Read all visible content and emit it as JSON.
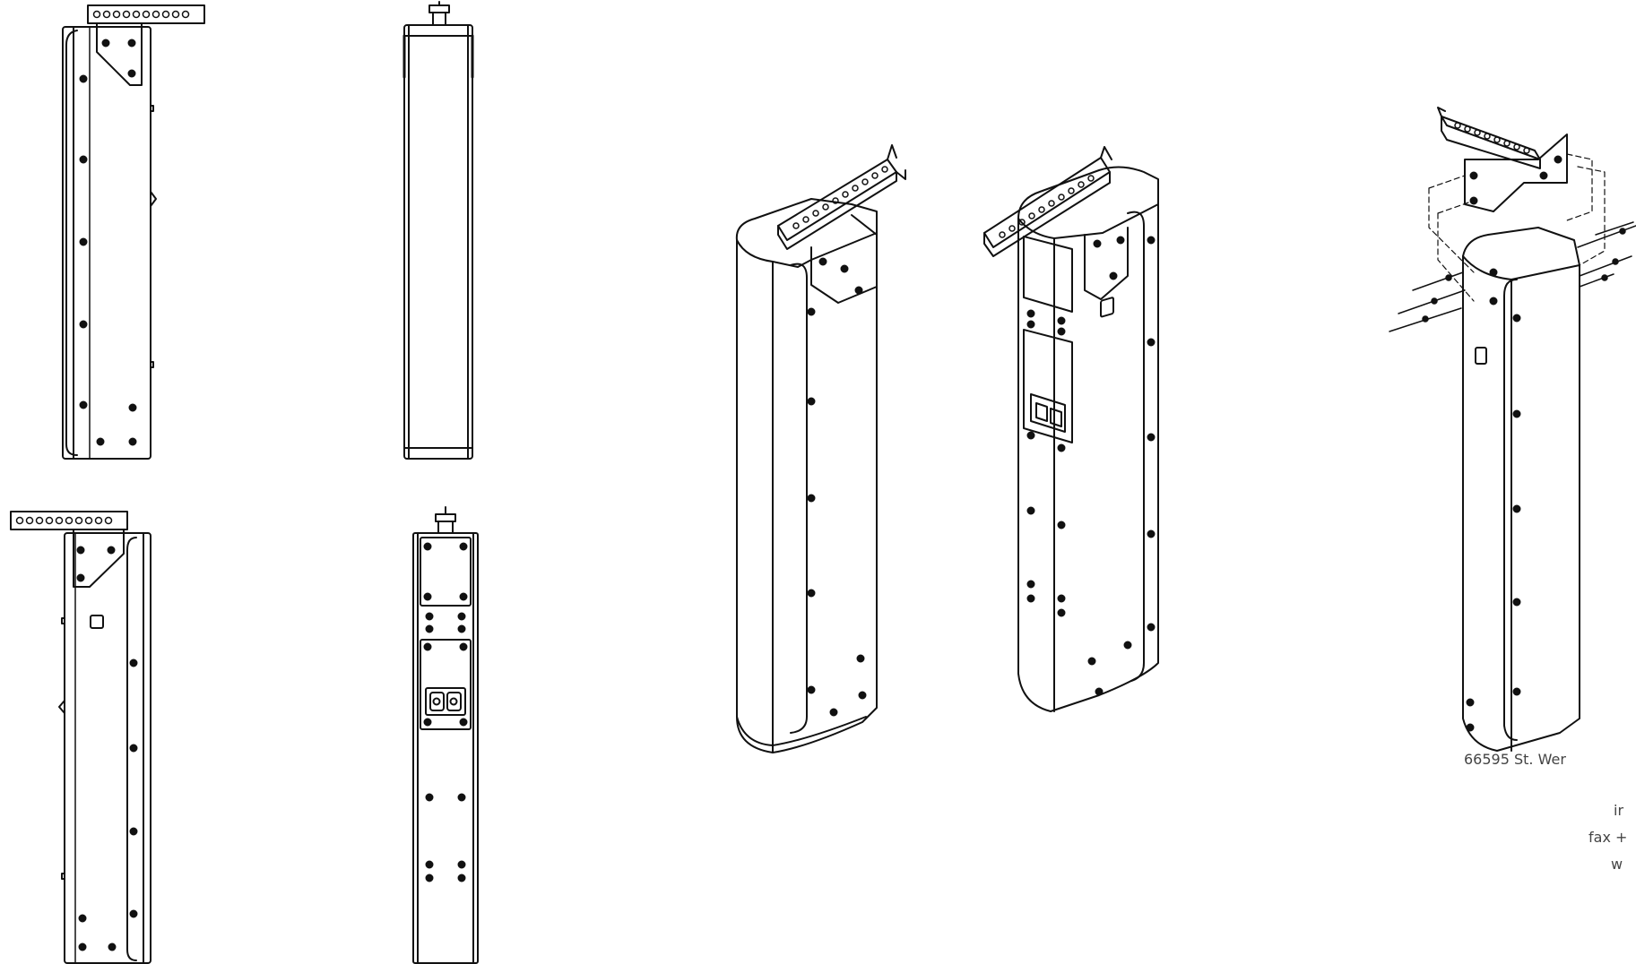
{
  "footer": {
    "address_line": "66595 St. Wer",
    "info_line": "ir",
    "fax_line": "fax +",
    "web_line": "w"
  },
  "colors": {
    "line": "#111111",
    "text": "#444444",
    "background": "#ffffff"
  }
}
